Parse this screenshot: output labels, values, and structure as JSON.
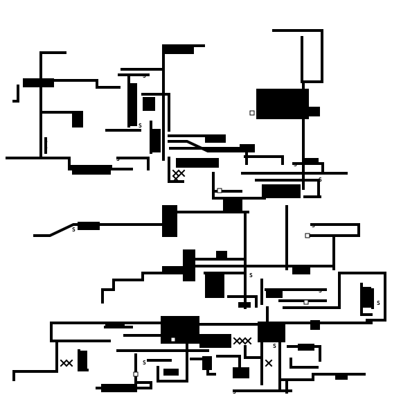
{
  "screen": {
    "background_color": "#ffffff",
    "foreground_color": "#000000"
  },
  "glyphs": {
    "s_marker": "S"
  },
  "icons": [
    "maze-map",
    "dungeon-wall",
    "room-block",
    "cross-marker-icon",
    "square-marker-icon",
    "s-marker-icon"
  ]
}
